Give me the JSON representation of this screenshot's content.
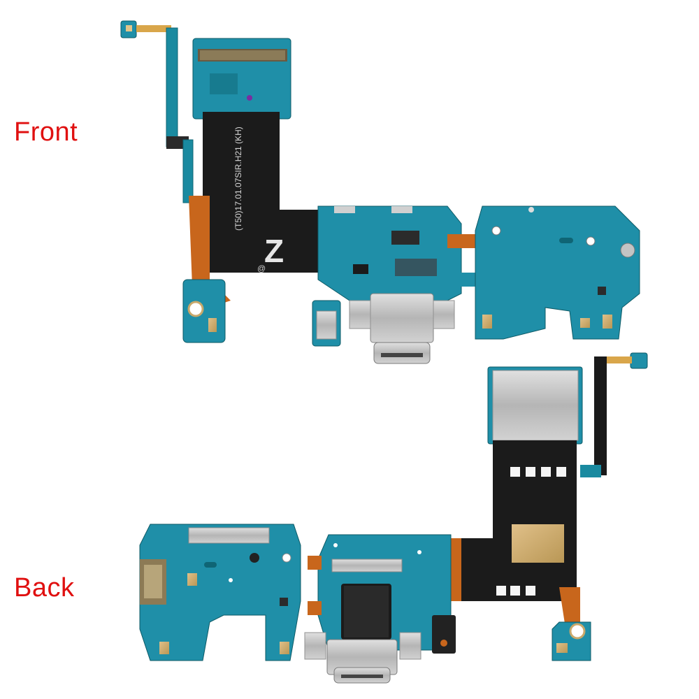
{
  "labels": {
    "front": "Front",
    "back": "Back"
  },
  "markings": {
    "flex_print": "(T50)17.01.07SIR.H21 (KH)",
    "flex_logo": "Z",
    "flex_circled": "@"
  },
  "colors": {
    "pcb": "#1f8fa8",
    "pcb_dark": "#147080",
    "flex_black": "#1b1b1b",
    "flex_orange": "#c8661c",
    "shield": "#c9c9c9",
    "label_red": "#e01010"
  }
}
